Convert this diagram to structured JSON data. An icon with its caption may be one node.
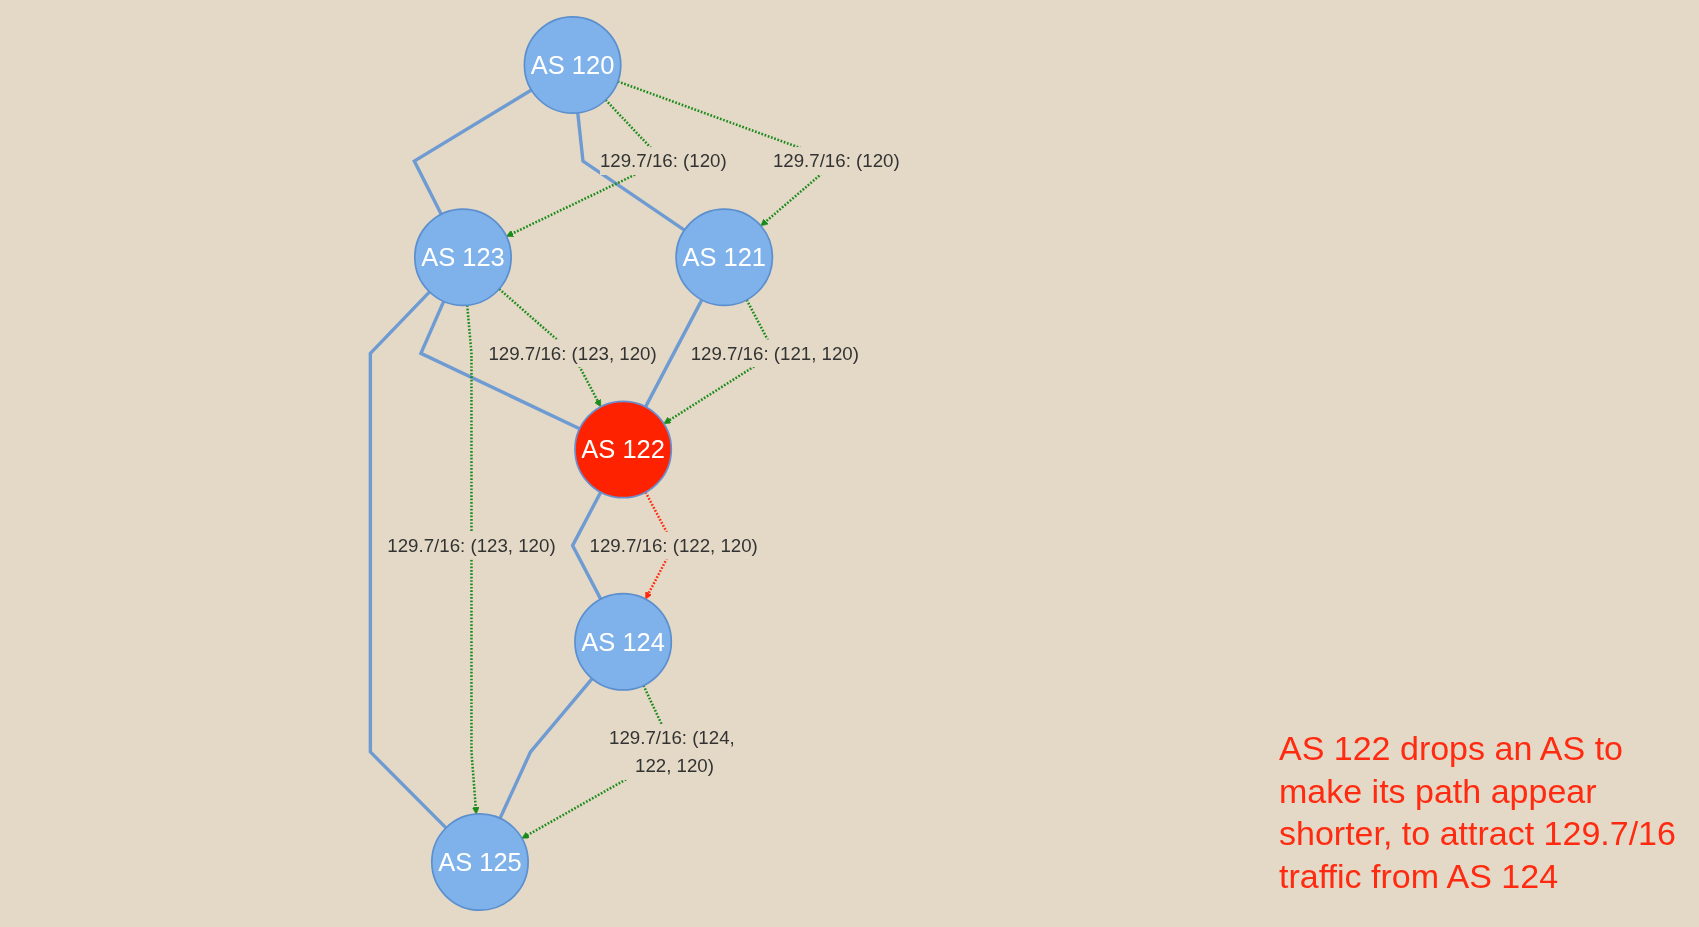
{
  "diagram": {
    "nodes": [
      {
        "text": [
          "AS 120"
        ]
      },
      {
        "text": [
          "AS 123"
        ]
      },
      {
        "text": [
          "AS 125"
        ]
      },
      {
        "text": [
          "AS 124"
        ]
      },
      {
        "text": [
          "AS 121"
        ]
      },
      {
        "text": [
          "AS 122"
        ]
      }
    ],
    "edges": [
      {
        "from": 0,
        "to": 1,
        "arrow": "none"
      },
      {
        "from": 1,
        "to": 2,
        "arrow": "none"
      },
      {
        "from": 0,
        "to": 4,
        "arrow": "none"
      },
      {
        "from": 1,
        "to": 5,
        "arrow": "none"
      },
      {
        "from": 4,
        "to": 5,
        "arrow": "none"
      },
      {
        "from": 5,
        "to": 3,
        "arrow": "none"
      },
      {
        "from": 3,
        "to": 2,
        "arrow": "none"
      },
      {
        "from": 0,
        "to": 1,
        "arrow": "to",
        "label": "129.7/16: (120)",
        "style": "dashed",
        "color": "#1a8a1a"
      },
      {
        "from": 1,
        "to": 2,
        "arrow": "to",
        "label": "129.7/16: (123, 120)",
        "style": "dashed",
        "color": "#1a8a1a"
      },
      {
        "from": 0,
        "to": 4,
        "arrow": "to",
        "label": "129.7/16: (120)",
        "style": "dashed",
        "color": "#1a8a1a"
      },
      {
        "from": 1,
        "to": 5,
        "arrow": "to",
        "label": "129.7/16: (123, 120)",
        "style": "dashed",
        "color": "#1a8a1a"
      },
      {
        "from": 4,
        "to": 5,
        "arrow": "to",
        "label": "129.7/16: (121, 120)",
        "style": "dashed",
        "color": "#1a8a1a"
      },
      {
        "from": 5,
        "to": 3,
        "arrow": "to",
        "label": "129.7/16: (122, 120)",
        "style": "dashed",
        "color": "#ff2a10"
      },
      {
        "from": 3,
        "to": 2,
        "arrow": "to",
        "label": "129.7/16: (124, 122, 120)",
        "style": "dashed",
        "color": "#1a8a1a"
      }
    ],
    "labels": [
      "AS 122 drops an AS to make its path appear shorter, to attract 129.7/16 traffic from AS 124"
    ]
  }
}
